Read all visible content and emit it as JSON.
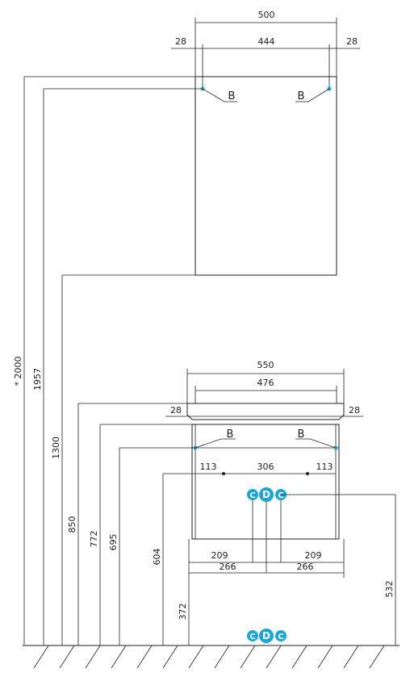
{
  "dimensions": {
    "mirror_width": "500",
    "mirror_inner": "444",
    "mirror_side_left": "28",
    "mirror_side_right": "28",
    "height_total": "* 2000",
    "height_mirror_top": "1957",
    "height_mirror_bottom": "1300",
    "sink_width": "550",
    "cabinet_width": "476",
    "sink_side_left": "28",
    "sink_side_right": "28",
    "height_850": "850",
    "height_772": "772",
    "height_695": "695",
    "height_604": "604",
    "height_372": "372",
    "height_532": "532",
    "hole_left": "113",
    "hole_mid": "306",
    "hole_right": "113",
    "pipe_left_209": "209",
    "pipe_right_209": "209",
    "pipe_left_266": "266",
    "pipe_right_266": "266"
  },
  "labels": {
    "mount_b_1": "B",
    "mount_b_2": "B",
    "mount_b_3": "B",
    "mount_b_4": "B"
  },
  "connectors_upper": [
    "C",
    "D",
    "C"
  ],
  "connectors_lower": [
    "C",
    "D",
    "C"
  ],
  "colors": {
    "line": "#222222",
    "accent": "#1aa7d6"
  }
}
